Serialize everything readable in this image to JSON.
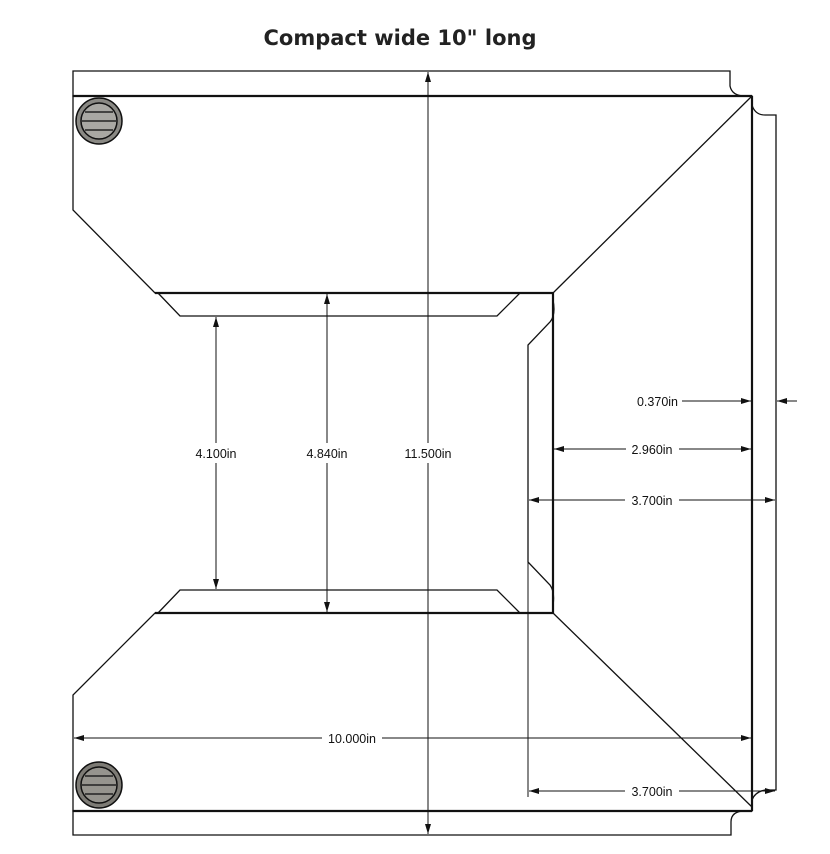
{
  "title": "Compact wide  10\" long",
  "dimensions": {
    "inner_height": "4.100in",
    "lip_height": "4.840in",
    "overall_height": "11.500in",
    "flange_width": "0.370in",
    "plate_width": "2.960in",
    "total_right_width": "3.700in",
    "overall_length": "10.000in",
    "bottom_right_width": "3.700in"
  },
  "colors": {
    "part_light": "#b2b1ac",
    "part_dark": "#85827a",
    "line": "#111111"
  }
}
